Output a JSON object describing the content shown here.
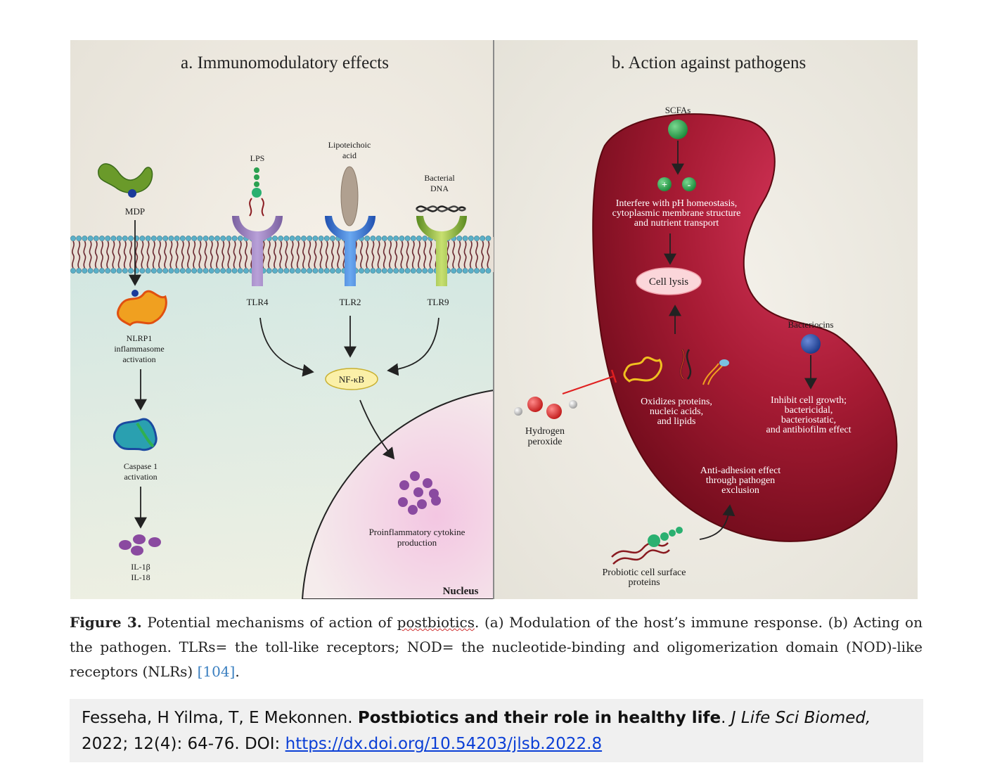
{
  "panel_a": {
    "title": "a. Immunomodulatory effects",
    "mdp": "MDP",
    "lps": "LPS",
    "lipoteichoic_1": "Lipoteichoic",
    "lipoteichoic_2": "acid",
    "bacterial_dna_1": "Bacterial",
    "bacterial_dna_2": "DNA",
    "tlr4": "TLR4",
    "tlr2": "TLR2",
    "tlr9": "TLR9",
    "nlrp1_1": "NLRP1",
    "nlrp1_2": "inflammasome",
    "nlrp1_3": "activation",
    "nfkb": "NF-κB",
    "caspase_1": "Caspase 1",
    "caspase_2": "activation",
    "il_1": "IL-1β",
    "il_2": "IL-18",
    "cytokine_1": "Proinflammatory cytokine",
    "cytokine_2": "production",
    "nucleus": "Nucleus"
  },
  "panel_b": {
    "title": "b. Action against pathogens",
    "scfas": "SCFAs",
    "interfere_1": "Interfere with pH homeostasis,",
    "interfere_2": "cytoplasmic membrane structure",
    "interfere_3": "and nutrient transport",
    "cell_lysis": "Cell lysis",
    "bacteriocins": "Bacteriocins",
    "inhibit_1": "Inhibit cell growth;",
    "inhibit_2": "bactericidal,",
    "inhibit_3": "bacteriostatic,",
    "inhibit_4": "and antibiofilm effect",
    "oxidizes_1": "Oxidizes proteins,",
    "oxidizes_2": "nucleic acids,",
    "oxidizes_3": "and lipids",
    "hydrogen_1": "Hydrogen",
    "hydrogen_2": "peroxide",
    "anti_1": "Anti-adhesion effect",
    "anti_2": "through pathogen",
    "anti_3": "exclusion",
    "probiotic_1": "Probiotic cell surface",
    "probiotic_2": "proteins",
    "plus": "+",
    "minus": "-"
  },
  "caption": {
    "label": "Figure 3.",
    "text_1": " Potential mechanisms of action of ",
    "postbiotics": "postbiotics",
    "text_2": ". (a) Modulation of the host’s immune response. (b) Acting on the pathogen. TLRs= the toll-like receptors; NOD= the nucleotide-binding and oligomerization domain (NOD)-like receptors (NLRs) ",
    "ref": "[104]",
    "text_3": "."
  },
  "citation": {
    "authors": "Fesseha, H Yilma, T, E Mekonnen. ",
    "title": "Postbiotics and their role in healthy life",
    "sep": ". ",
    "journal": "J Life Sci Biomed,",
    "details": "2022; 12(4): 64-76. DOI: ",
    "doi": "https://dx.doi.org/10.54203/jlsb.2022.8"
  },
  "colors": {
    "bacterium": "#a01830",
    "membrane": "#6a2a32",
    "head_blue": "#5ab0c8",
    "tlr4": "#9a80b8",
    "tlr2": "#3a78d0",
    "tlr9": "#8ab840",
    "cytokine": "#8a4aa0",
    "green_ball": "#2a9a4a"
  }
}
